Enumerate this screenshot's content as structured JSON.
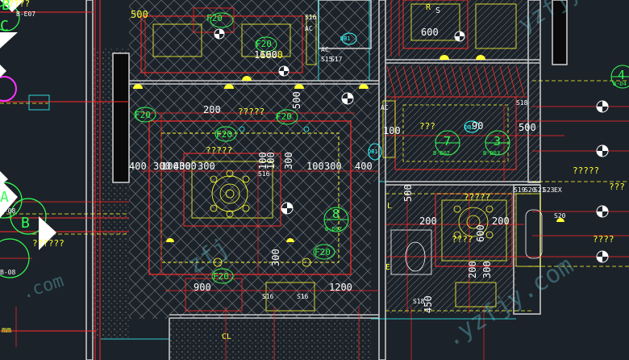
{
  "drawing": {
    "colors": {
      "background": "#1c2229",
      "wall": "#c8c8c8",
      "dim_red": "#ff2a2a",
      "yellow": "#ffff33",
      "green": "#33ff55",
      "cyan": "#33ffff",
      "white": "#ffffff",
      "magenta": "#ff33ff"
    },
    "dimensions": [
      "500",
      "1600",
      "300",
      "100",
      "400",
      "300",
      "300",
      "100",
      "300",
      "400",
      "100",
      "100",
      "300",
      "100",
      "600",
      "90",
      "200",
      "500",
      "200",
      "600",
      "200",
      "300",
      "200",
      "900",
      "1200",
      "450",
      "500",
      "300",
      "1600",
      "400",
      "500"
    ],
    "room_labels": [
      "F20",
      "F20",
      "F20",
      "F20",
      "F20",
      "F20",
      "F20"
    ],
    "symbol_labels": [
      "S16",
      "AC",
      "AC",
      "S15",
      "S17",
      "AC",
      "S16",
      "S16",
      "S16",
      "S18",
      "S19",
      "S20",
      "S20",
      "S21",
      "S23",
      "EX",
      "S18"
    ],
    "section_marks": [
      {
        "num": "8",
        "ref": "B-D07"
      },
      {
        "num": "7",
        "ref": "B-D02"
      },
      {
        "num": "3",
        "ref": "B-D03"
      },
      {
        "num": "4",
        "ref": "B-D4"
      }
    ],
    "grid_bubbles": [
      {
        "letter": "B",
        "ref": "B-E07"
      },
      {
        "letter": "C",
        "ref": ""
      },
      {
        "letter": "A",
        "ref": "B-08"
      },
      {
        "letter": "B",
        "ref": "B-08"
      }
    ],
    "small_refs": [
      "DB1",
      "DB1",
      "DB1"
    ],
    "question_marks": [
      "?????",
      "?????",
      "?????",
      "????",
      "?????",
      "???",
      "????",
      "???",
      "?????",
      "??????"
    ],
    "misc_text": [
      "S",
      "R",
      "CL",
      "mm",
      "L",
      "E"
    ],
    "watermark": [
      "yzfjy.com",
      ".yzfjy.com",
      ".com",
      "zfj"
    ]
  }
}
